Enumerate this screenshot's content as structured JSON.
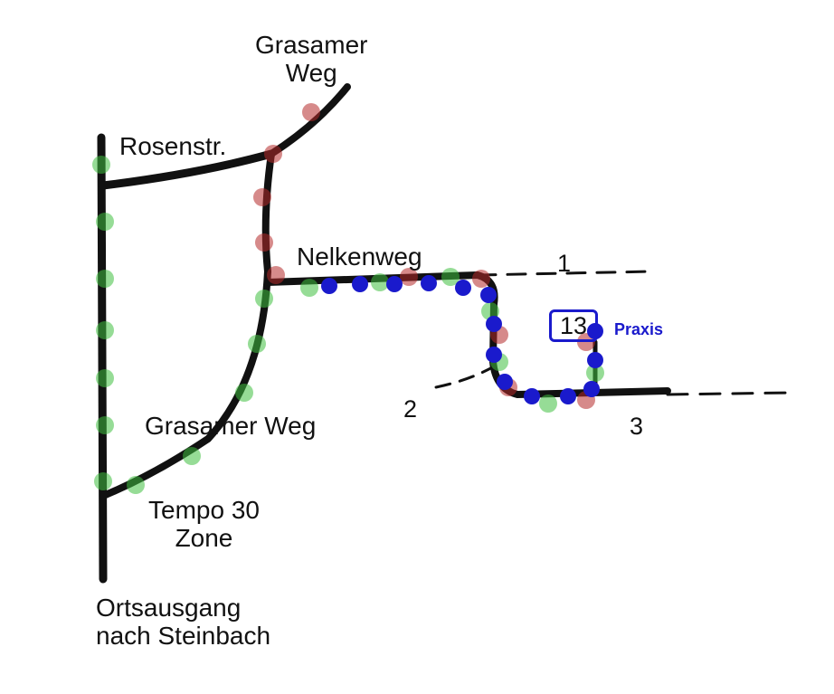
{
  "labels": {
    "grasamer_weg_top": [
      "Grasamer",
      "Weg"
    ],
    "rosenstr": "Rosenstr.",
    "nelkenweg": "Nelkenweg",
    "grasamer_weg_mid": "Grasamer Weg",
    "tempo_zone": [
      "Tempo 30",
      "Zone"
    ],
    "ortsausgang": [
      "Ortsausgang",
      "nach Steinbach"
    ],
    "marker_1": "1",
    "marker_2": "2",
    "marker_3": "3",
    "house_number": "13",
    "praxis": "Praxis"
  },
  "colors": {
    "road": "#111111",
    "route_blue": "#1a1acc",
    "dot_green": "#3fbf3f",
    "dot_red": "#b52a2a"
  }
}
